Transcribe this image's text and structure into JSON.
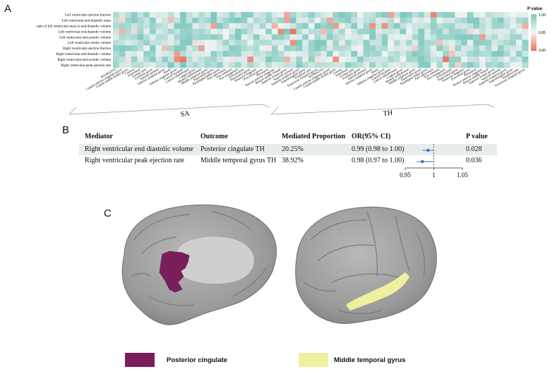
{
  "panel_a": {
    "letter": "A",
    "legend_title": "P value",
    "legend_ticks": [
      "1.00",
      "0.05",
      "0.00"
    ],
    "colors": {
      "low": "#e8745e",
      "mid": "#f5f5f5",
      "high": "#7fc9bf"
    },
    "rows": [
      "Left ventricular ejection fraction",
      "Left ventricular end-diastolic mass",
      "ratio of left ventricular mass to end-diastolic volume",
      "Left ventricular end-diastolic volume",
      "Left ventricular end-systolic volume",
      "Left ventricular stroke volume",
      "Right ventricular ejection fraction",
      "Right ventricular end-diastolic volume",
      "Right ventricular end-systolic volume",
      "Right ventricular peak ejection rate"
    ],
    "group_labels": [
      "SA",
      "TH"
    ],
    "columns": [
      "BANKSSTS",
      "Caudal anterior cingulate gyrus",
      "Caudal middle frontal gyrus",
      "Cuneus",
      "Entorhinal",
      "Frontal pole",
      "Fusiform gyrus",
      "Inferior parietal",
      "Inferior temporal gyrus",
      "Insula",
      "Isthmus cingulate gyrus",
      "Lateral occipital",
      "Lateral orbitofrontal",
      "Lingual gyrus",
      "Medial orbitofrontal",
      "Middle temporal gyrus",
      "Paracentral gyrus",
      "Parahippocampal gyrus",
      "Pars opercularis",
      "Pars orbitalis",
      "Pars triangularis",
      "Pericalcarine",
      "Postcentral gyrus",
      "Posterior cingulate",
      "Precentral gyrus",
      "Precuneus",
      "Rostral anterior cingulate",
      "Rostral middle frontal",
      "Superior frontal gyrus",
      "Superior parietal",
      "Superior temporal gyrus",
      "Supramarginal gyrus",
      "Temporal pole",
      "Transverse temporal gyrus",
      "BANKSSTS",
      "Caudal anterior cingulate gyrus",
      "Caudal middle frontal gyrus",
      "Cuneus",
      "Entorhinal",
      "Frontal pole",
      "Fusiform gyrus",
      "Inferior parietal",
      "Inferior temporal gyrus",
      "Insula",
      "Isthmus cingulate gyrus",
      "Lateral occipital",
      "Lateral orbitofrontal",
      "Lingual gyrus",
      "Medial orbitofrontal",
      "Middle temporal gyrus",
      "Paracentral gyrus",
      "Parahippocampal gyrus",
      "Pars opercularis",
      "Pars orbitalis",
      "Pars triangularis",
      "Pericalcarine",
      "Postcentral gyrus",
      "Posterior cingulate",
      "Precentral gyrus",
      "Precuneus",
      "Rostral anterior cingulate",
      "Rostral middle frontal",
      "Superior frontal gyrus",
      "Superior parietal",
      "Superior temporal gyrus",
      "Supramarginal gyrus",
      "Temporal pole",
      "Transverse temporal gyrus"
    ]
  },
  "panel_b": {
    "letter": "B",
    "headers": {
      "mediator": "Mediator",
      "outcome": "Outcome",
      "proportion": "Mediated Proportion",
      "or": "OR(95% CI)",
      "p": "P value"
    },
    "rows": [
      {
        "mediator": "Right ventricular end diastolic volume",
        "outcome": "Posterior cingulate TH",
        "proportion": "20.25%",
        "or": "0.99 (0.98 to 1.00)",
        "p": "0.028",
        "est": 0.99,
        "lo": 0.98,
        "hi": 1.0
      },
      {
        "mediator": "Right ventricular peak ejection rate",
        "outcome": "Middle temporal gyrus TH",
        "proportion": "38.92%",
        "or": "0.98 (0.97 to 1.00)",
        "p": "0.036",
        "est": 0.98,
        "lo": 0.97,
        "hi": 1.0
      }
    ],
    "axis": {
      "min": 0.95,
      "max": 1.05,
      "ticks": [
        {
          "v": 0.95,
          "label": "0.95"
        },
        {
          "v": 1,
          "label": "1"
        },
        {
          "v": 1.05,
          "label": "1.05"
        }
      ]
    },
    "point_color": "#3a6fb8"
  },
  "panel_c": {
    "letter": "C",
    "legend": [
      {
        "label": "Posterior cingulate",
        "color": "#7a1f5c"
      },
      {
        "label": "Middle temporal gyrus",
        "color": "#eef0a0"
      }
    ]
  }
}
